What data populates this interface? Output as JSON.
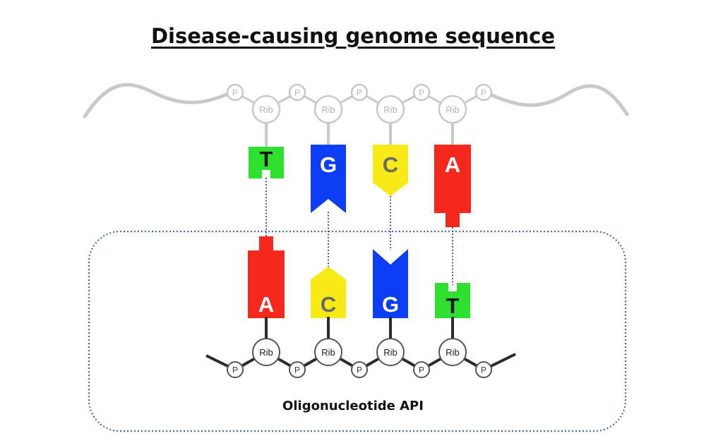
{
  "title": "Disease-causing genome sequence",
  "api_label": "Oligonucleotide API",
  "node_labels": {
    "phosphate": "P",
    "ribose": "Rib"
  },
  "top_strand": {
    "bases": [
      "T",
      "G",
      "C",
      "A"
    ]
  },
  "bottom_strand": {
    "bases": [
      "A",
      "C",
      "G",
      "T"
    ]
  },
  "colors": {
    "A": "#f5291e",
    "T": "#2ee12e",
    "G": "#0c3ef5",
    "C": "#f7ea15",
    "letter_light": "#ffffff",
    "letter_dark": "#111111",
    "letter_c": "#6a6a6a",
    "top_backbone": "#c9c9c9",
    "bottom_backbone": "#2b2b2b",
    "hbond": "#3a4a8a",
    "api_box_border": "#4a6ab0"
  }
}
